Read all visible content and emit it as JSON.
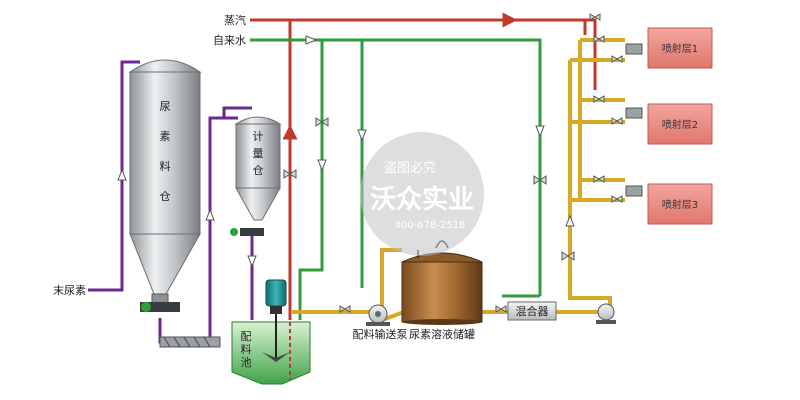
{
  "inputs": {
    "steam": "蒸汽",
    "tap_water": "自来水",
    "urea_powder": "末尿素"
  },
  "equipment": {
    "urea_silo": [
      "尿",
      "素",
      "料",
      "仓"
    ],
    "metering_bin": [
      "计",
      "量",
      "仓"
    ],
    "mixing_tank": [
      "配",
      "料",
      "池"
    ],
    "transfer_pump": "配料输送泵",
    "storage_tank": "尿素溶液储罐",
    "mixer": "混合器"
  },
  "injection_layers": [
    "喷射层1",
    "喷射层2",
    "喷射层3"
  ],
  "watermark": {
    "line1": "盗图必究",
    "line2": "沃众实业",
    "phone": "400-678-2518"
  },
  "colors": {
    "steam_pipe": "#c0392b",
    "water_pipe": "#2e9e3e",
    "solution_pipe": "#d9a827",
    "urea_pipe": "#6a2a8c",
    "layer_box": "#e8857b"
  }
}
